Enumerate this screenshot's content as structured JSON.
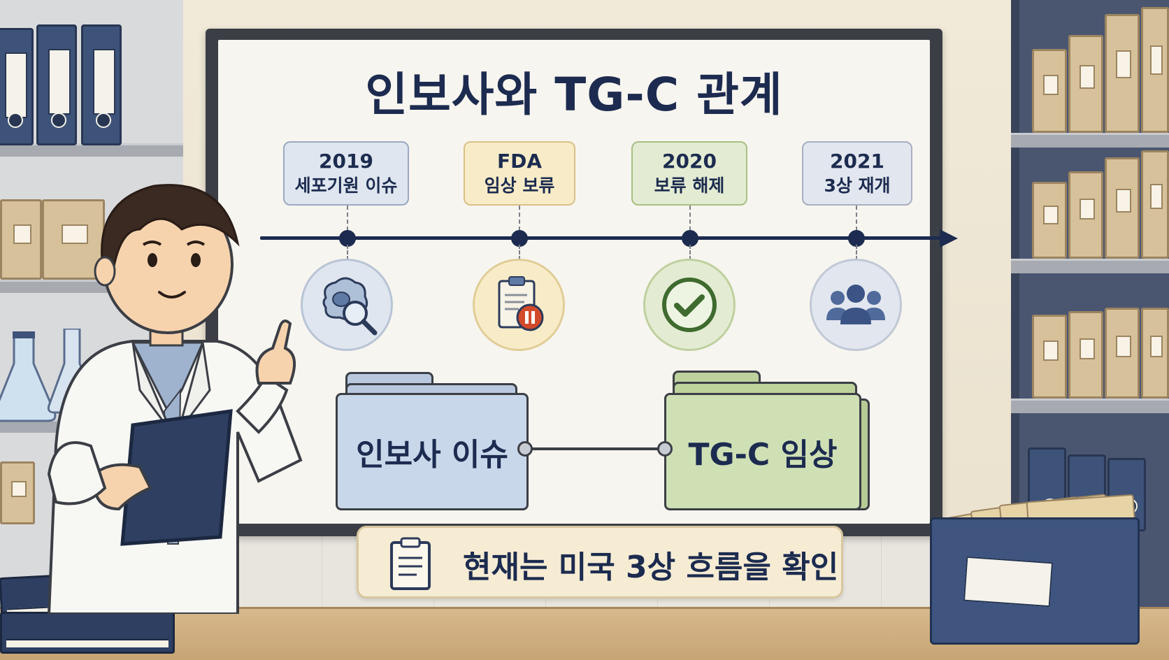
{
  "title": "인보사와 TG-C 관계",
  "timeline": [
    {
      "year": "2019",
      "event": "세포기원 이슈",
      "icon": "cell-magnifier-icon",
      "color": "#dfe6ef",
      "border": "#9aa9c2"
    },
    {
      "year": "FDA",
      "event": "임상 보류",
      "icon": "clipboard-pause-icon",
      "color": "#f8ecc8",
      "border": "#d9c186"
    },
    {
      "year": "2020",
      "event": "보류 해제",
      "icon": "check-circle-icon",
      "color": "#e3ecd2",
      "border": "#a9bf85"
    },
    {
      "year": "2021",
      "event": "3상 재개",
      "icon": "people-group-icon",
      "color": "#e2e6ee",
      "border": "#a7afc1"
    }
  ],
  "folders": {
    "left": {
      "label": "인보사 이슈",
      "color": "#c9d7ea",
      "tab_color": "#b9c8de"
    },
    "right": {
      "label": "TG-C 임상",
      "color": "#cfe0b5",
      "tab_color": "#bdd29c"
    }
  },
  "note": {
    "text": "현재는 미국 3상 흐름을 확인",
    "icon": "clipboard-icon"
  },
  "colors": {
    "navy": "#1c2b4f",
    "board": "#f7f5ef",
    "desk": "#d7b98d"
  }
}
